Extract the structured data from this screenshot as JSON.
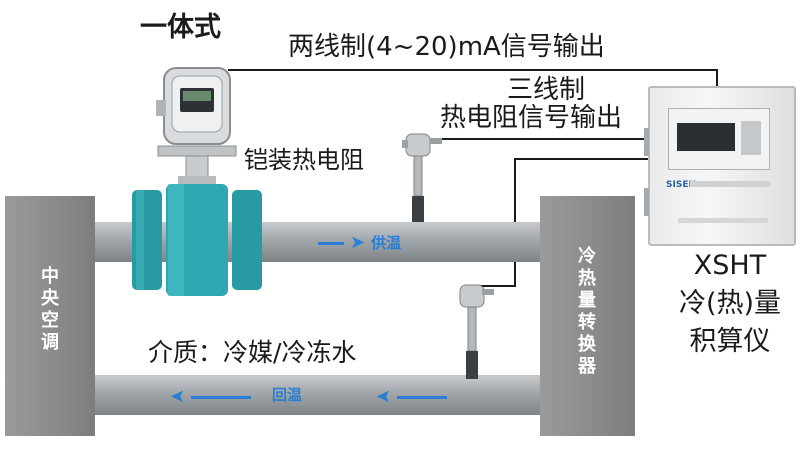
{
  "labels": {
    "integrated": "一体式",
    "two_wire": "两线制(4~20)mA信号输出",
    "three_wire": "三线制",
    "rtd_output": "热电阻信号输出",
    "armored_rtd": "铠装热电阻",
    "medium": "介质：冷媒/冷冻水"
  },
  "blocks": {
    "central_ac": "中央空调",
    "heat_exchanger": "冷热量转换器"
  },
  "flows": {
    "supply": "供温",
    "return": "回温"
  },
  "instrument": {
    "model": "XSHT",
    "name_line1": "冷(热)量",
    "name_line2": "积算仪",
    "brand": "SISEN"
  },
  "colors": {
    "pipe": "#9ea3a7",
    "block": "#8f8f8f",
    "meter_body": "#2ea7b0",
    "flow_text": "#2a7fd4",
    "wire": "#1a1a1a"
  }
}
